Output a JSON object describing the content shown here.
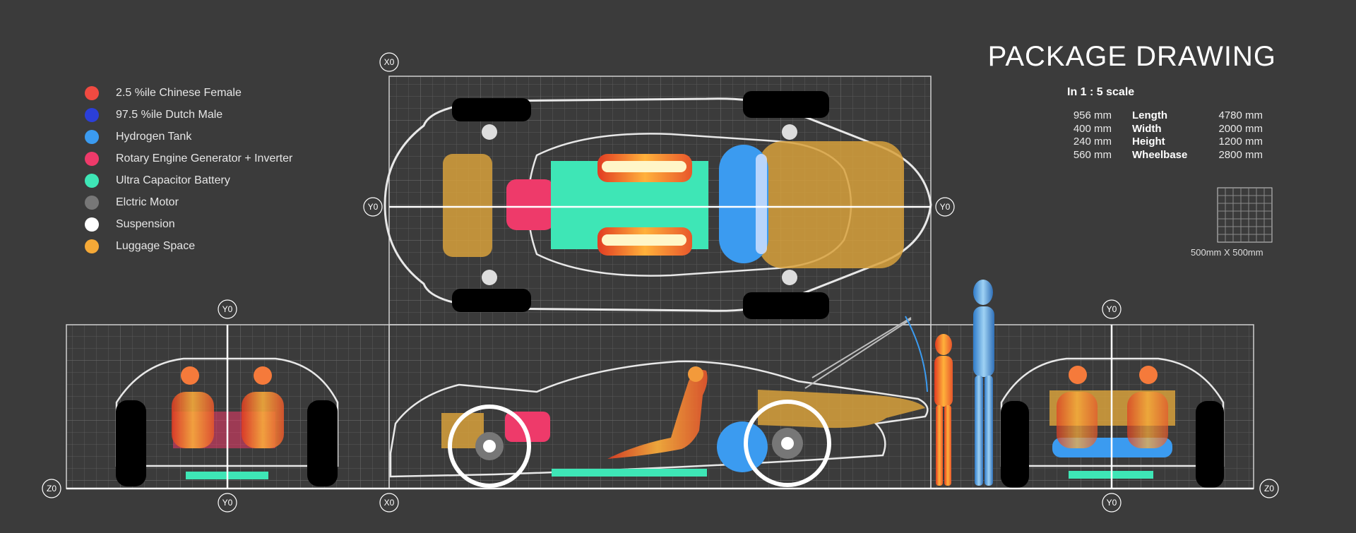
{
  "title": "PACKAGE DRAWING",
  "scale": "In 1 : 5 scale",
  "legend": [
    {
      "label": "2.5 %ile Chinese Female",
      "color": "#f04a41"
    },
    {
      "label": "97.5 %ile Dutch Male",
      "color": "#2b3fd9"
    },
    {
      "label": "Hydrogen Tank",
      "color": "#3b9bf0"
    },
    {
      "label": "Rotary Engine Generator + Inverter",
      "color": "#ee3a6a"
    },
    {
      "label": "Ultra Capacitor Battery",
      "color": "#3ee6b6"
    },
    {
      "label": "Elctric Motor",
      "color": "#777777"
    },
    {
      "label": "Suspension",
      "color": "#ffffff"
    },
    {
      "label": "Luggage Space",
      "color": "#f5a937"
    }
  ],
  "specs": [
    {
      "value": "956 mm",
      "name": "Length",
      "dim": "4780 mm"
    },
    {
      "value": "400 mm",
      "name": "Width",
      "dim": "2000 mm"
    },
    {
      "value": "240 mm",
      "name": "Height",
      "dim": "1200 mm"
    },
    {
      "value": "560 mm",
      "name": "Wheelbase",
      "dim": "2800 mm"
    }
  ],
  "grid_legend": "500mm X 500mm",
  "axes": {
    "x0": "X0",
    "y0": "Y0",
    "z0": "Z0"
  },
  "colors": {
    "background": "#3b3b3b",
    "luggage": "#d8a13c",
    "battery": "#3ee6b6",
    "tank": "#3b9bf0",
    "engine": "#ee3a6a",
    "motor": "#777777",
    "tyre": "#000000"
  }
}
